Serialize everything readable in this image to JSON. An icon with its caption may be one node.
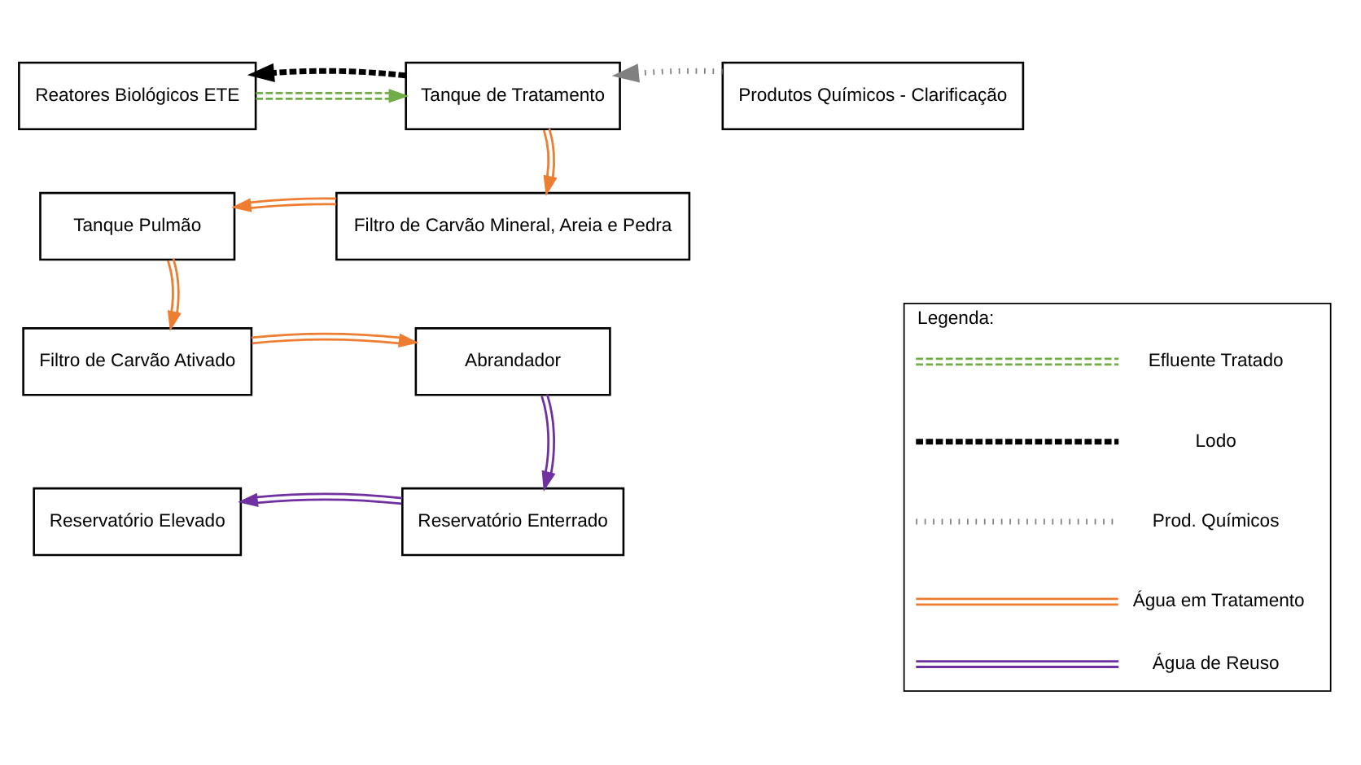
{
  "diagram": {
    "nodes": [
      {
        "text": [
          "Reatores Biológicos ETE"
        ]
      },
      {
        "text": [
          "Tanque de Tratamento"
        ]
      },
      {
        "text": [
          "Produtos Químicos - Clarificação"
        ]
      },
      {
        "text": [
          "Filtro de Carvão Mineral, Areia e Pedra"
        ]
      },
      {
        "text": [
          "Tanque Pulmão"
        ]
      },
      {
        "text": [
          "Filtro de Carvão Ativado"
        ]
      },
      {
        "text": [
          "Abrandador"
        ]
      },
      {
        "text": [
          "Reservatório Enterrado"
        ]
      },
      {
        "text": [
          "Reservatório Elevado"
        ]
      },
      {
        "text": [
          "Legenda:"
        ]
      }
    ],
    "edges": [
      {
        "from": 0,
        "to": 1,
        "arrow": "to",
        "style": "dashed",
        "color": "#70ad47"
      },
      {
        "from": 1,
        "to": 0,
        "arrow": "to",
        "style": "dashed",
        "color": "#000000"
      },
      {
        "from": 2,
        "to": 1,
        "arrow": "to",
        "style": "dashed",
        "color": "#808080"
      },
      {
        "from": 1,
        "to": 3,
        "arrow": "to"
      },
      {
        "from": 3,
        "to": 4,
        "arrow": "to"
      },
      {
        "from": 4,
        "to": 5,
        "arrow": "to"
      },
      {
        "from": 5,
        "to": 6,
        "arrow": "to"
      },
      {
        "from": 6,
        "to": 7,
        "arrow": "to",
        "color": "#7030a0"
      },
      {
        "from": 7,
        "to": 8,
        "arrow": "to",
        "color": "#7030a0"
      }
    ],
    "legend": [
      {
        "text": "Efluente Tratado"
      },
      {
        "text": "Lodo"
      },
      {
        "text": "Prod. Químicos"
      },
      {
        "text": "Água em Tratamento"
      },
      {
        "text": "Água de Reuso"
      }
    ]
  }
}
